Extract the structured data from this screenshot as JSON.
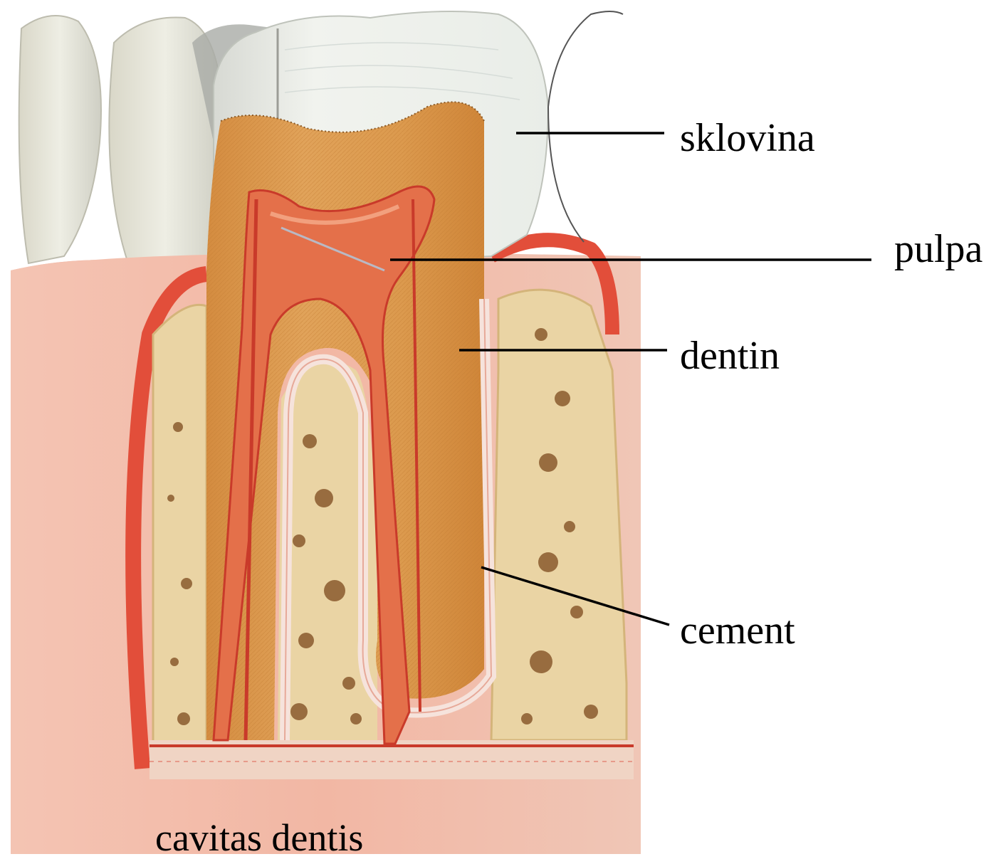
{
  "labels": {
    "enamel": "sklovina",
    "pulp": "pulpa",
    "dentin": "dentin",
    "cementum": "cement",
    "cavity": "cavitas dentis"
  },
  "colors": {
    "enamel": "#eef0ea",
    "dentin": "#d9994c",
    "dentin_light": "#e8b46a",
    "pulp": "#e0623f",
    "gum": "#f2b8a6",
    "gum_edge": "#e24e3a",
    "bone": "#ead4a4",
    "bone_spots": "#8a5a2e",
    "vessel": "#c93a2a",
    "leader": "#000000"
  }
}
